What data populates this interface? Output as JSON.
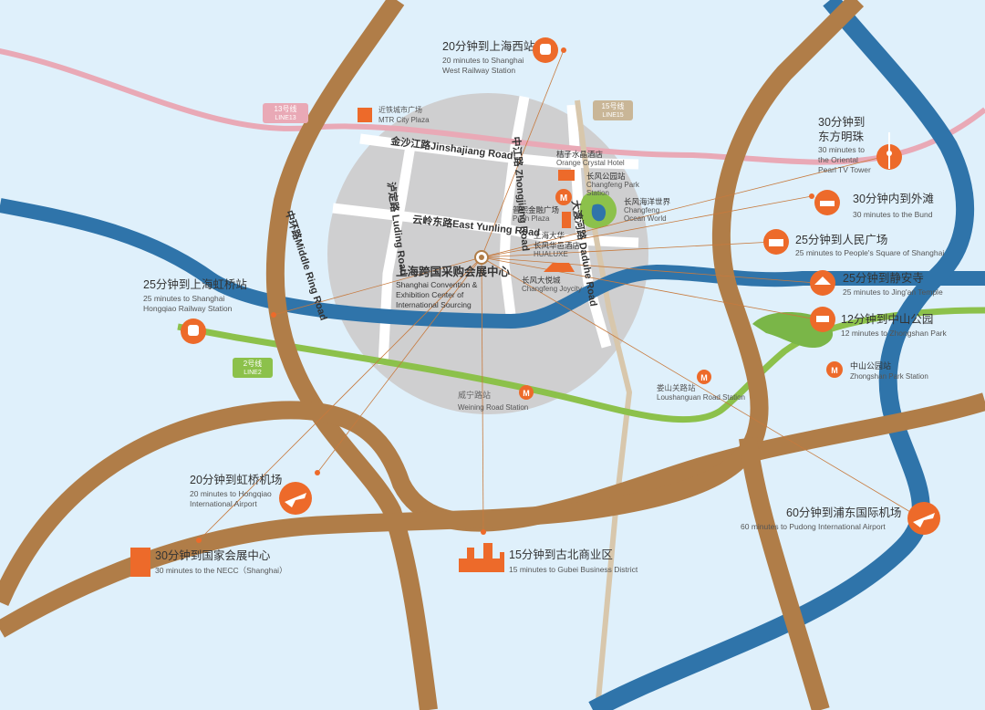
{
  "map": {
    "center": {
      "cn": "上海跨国采购会展中心",
      "en1": "Shanghai Convention &",
      "en2": "Exhibition Center of",
      "en3": "International Sourcing"
    },
    "roads": {
      "middle_ring": "中环路Middle Ring Road",
      "jinshajiang": "金沙江路Jinshajiang Road",
      "yunling": "云岭东路East Yunling Road",
      "luding": "泸定路 Luding Road",
      "zhongjiang": "中江路 Zhongjiang Road",
      "daduhe": "大渡河路 Daduhe Road"
    },
    "metro_lines": {
      "line13_cn": "13号线",
      "line13_en": "LINE13",
      "line15_cn": "15号线",
      "line15_en": "LINE15",
      "line2_cn": "2号线",
      "line2_en": "LINE2"
    },
    "local_places": {
      "mtr_cn": "近铁城市广场",
      "mtr_en": "MTR City Plaza",
      "orange_cn": "桔子水晶酒店",
      "orange_en": "Orange Crystal Hotel",
      "changfeng_station_cn": "长风公园站",
      "changfeng_station_en1": "Changfeng Park",
      "changfeng_station_en2": "Station",
      "ocean_cn": "长风海洋世界",
      "ocean_en1": "Changfeng",
      "ocean_en2": "Ocean World",
      "push_cn": "普熙金融广场",
      "push_en": "Push Plaza",
      "hualuxe_cn1": "上海大华",
      "hualuxe_cn2": "长风华邑酒店",
      "hualuxe_en": "HUALUXE",
      "joycity_cn": "长风大悦城",
      "joycity_en": "Changfeng Joycity",
      "weining_cn": "威宁路站",
      "weining_en": "Weining Road Station",
      "loushan_cn": "娄山关路站",
      "loushan_en": "Loushanguan Road Station",
      "zhongshan_station_cn": "中山公园站",
      "zhongshan_station_en": "Zhongshan Park Station"
    },
    "destinations": {
      "west_railway": {
        "cn": "20分钟到上海西站",
        "en1": "20 minutes to Shanghai",
        "en2": "West Railway Station",
        "icon": "train-icon"
      },
      "pearl_tower": {
        "cn1": "30分钟到",
        "cn2": "东方明珠",
        "en1": "30 minutes to",
        "en2": "the Oriental",
        "en3": "Pearl TV Tower",
        "icon": "tower-icon"
      },
      "bund": {
        "cn": "30分钟内到外滩",
        "en": "30 minutes to the Bund",
        "icon": "bund-icon"
      },
      "peoples_square": {
        "cn": "25分钟到人民广场",
        "en": "25 minutes to People's Square of Shanghai",
        "icon": "square-icon"
      },
      "jingan": {
        "cn": "25分钟到静安寺",
        "en": "25 minutes to Jing'an Temple",
        "icon": "temple-icon"
      },
      "zhongshan_park": {
        "cn": "12分钟到中山公园",
        "en": "12 minutes to Zhongshan Park",
        "icon": "park-icon"
      },
      "hongqiao_rail": {
        "cn": "25分钟到上海虹桥站",
        "en1": "25 minutes to Shanghai",
        "en2": "Hongqiao Railway Station",
        "icon": "train-icon"
      },
      "hongqiao_airport": {
        "cn": "20分钟到虹桥机场",
        "en1": "20 minutes to Hongqiao",
        "en2": "International Airport",
        "icon": "plane-icon"
      },
      "necc": {
        "cn": "30分钟到国家会展中心",
        "en": "30 minutes to the NECC（Shanghai）",
        "icon": "building-icon"
      },
      "gubei": {
        "cn": "15分钟到古北商业区",
        "en": "15 minutes to Gubei Business District",
        "icon": "city-icon"
      },
      "pudong_airport": {
        "cn": "60分钟到浦东国际机场",
        "en": "60 minutes to Pudong International Airport",
        "icon": "plane-icon"
      }
    },
    "colors": {
      "background": "#dff0fb",
      "ring_road": "#b07d48",
      "river": "#2f74aa",
      "line13": "#e9a9b6",
      "line15": "#d8c7ac",
      "line2": "#8cc14b",
      "accent": "#ed6a2a",
      "district": "#cfcfd0"
    }
  }
}
